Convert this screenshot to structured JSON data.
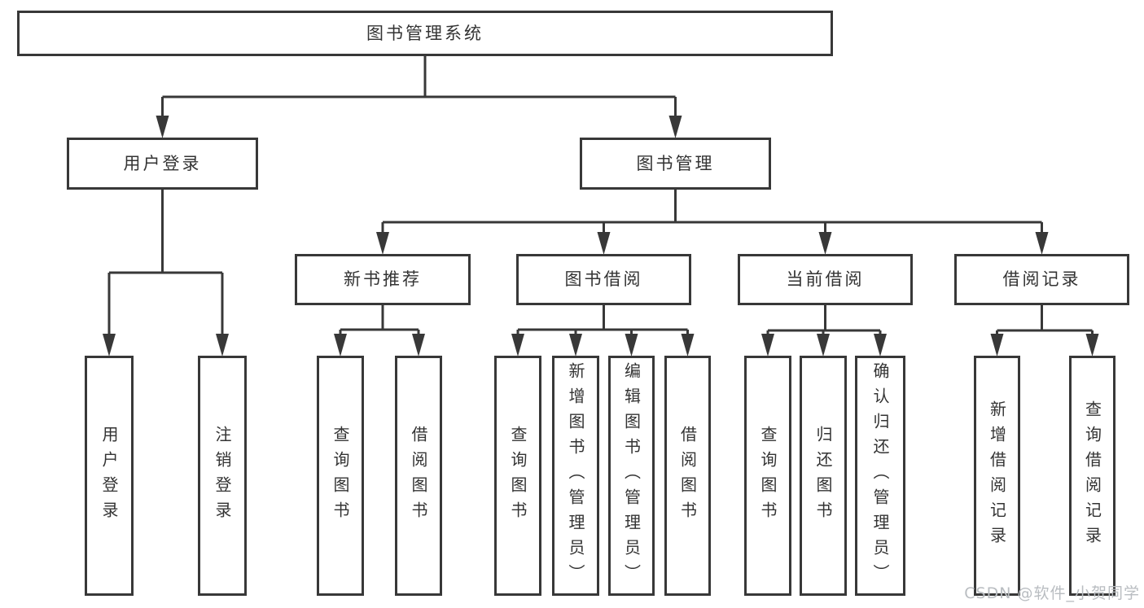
{
  "tree": {
    "root": {
      "label": "图书管理系统",
      "children": [
        {
          "label": "用户登录",
          "children": [
            {
              "label": "用户登录"
            },
            {
              "label": "注销登录"
            }
          ]
        },
        {
          "label": "图书管理",
          "children": [
            {
              "label": "新书推荐",
              "children": [
                {
                  "label": "查询图书"
                },
                {
                  "label": "借阅图书"
                }
              ]
            },
            {
              "label": "图书借阅",
              "children": [
                {
                  "label": "查询图书"
                },
                {
                  "label": "新增图书（管理员）"
                },
                {
                  "label": "编辑图书（管理员）"
                },
                {
                  "label": "借阅图书"
                }
              ]
            },
            {
              "label": "当前借阅",
              "children": [
                {
                  "label": "查询图书"
                },
                {
                  "label": "归还图书"
                },
                {
                  "label": "确认归还（管理员）"
                }
              ]
            },
            {
              "label": "借阅记录",
              "children": [
                {
                  "label": "新增借阅记录"
                },
                {
                  "label": "查询借阅记录"
                }
              ]
            }
          ]
        }
      ]
    }
  },
  "watermark": {
    "text": "CSDN @软件_小贺同学"
  },
  "colors": {
    "line": "#383838",
    "text": "#333333",
    "box_background": "#ffffff",
    "watermark": "#b9bdc1",
    "background": "#ffffff"
  }
}
